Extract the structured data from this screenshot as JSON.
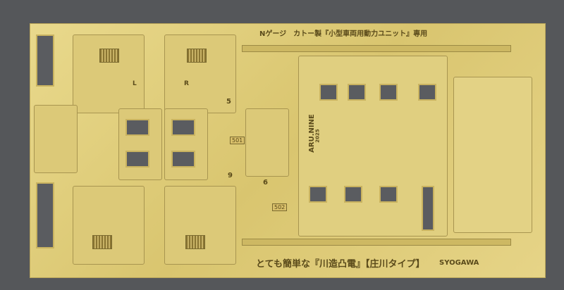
{
  "sheet": {
    "title_top": "Nゲージ　カトー製『小型車両用動力ユニット』専用",
    "title_bottom": "とても簡単な『川造凸電』【庄川タイプ】",
    "brand_en": "SYOGAWA",
    "maker": "ARU.NINE",
    "year": "2025",
    "labels": {
      "l": "L",
      "r": "R",
      "p501": "501",
      "p502": "502",
      "n5": "5",
      "n6": "6",
      "n9": "9"
    }
  }
}
